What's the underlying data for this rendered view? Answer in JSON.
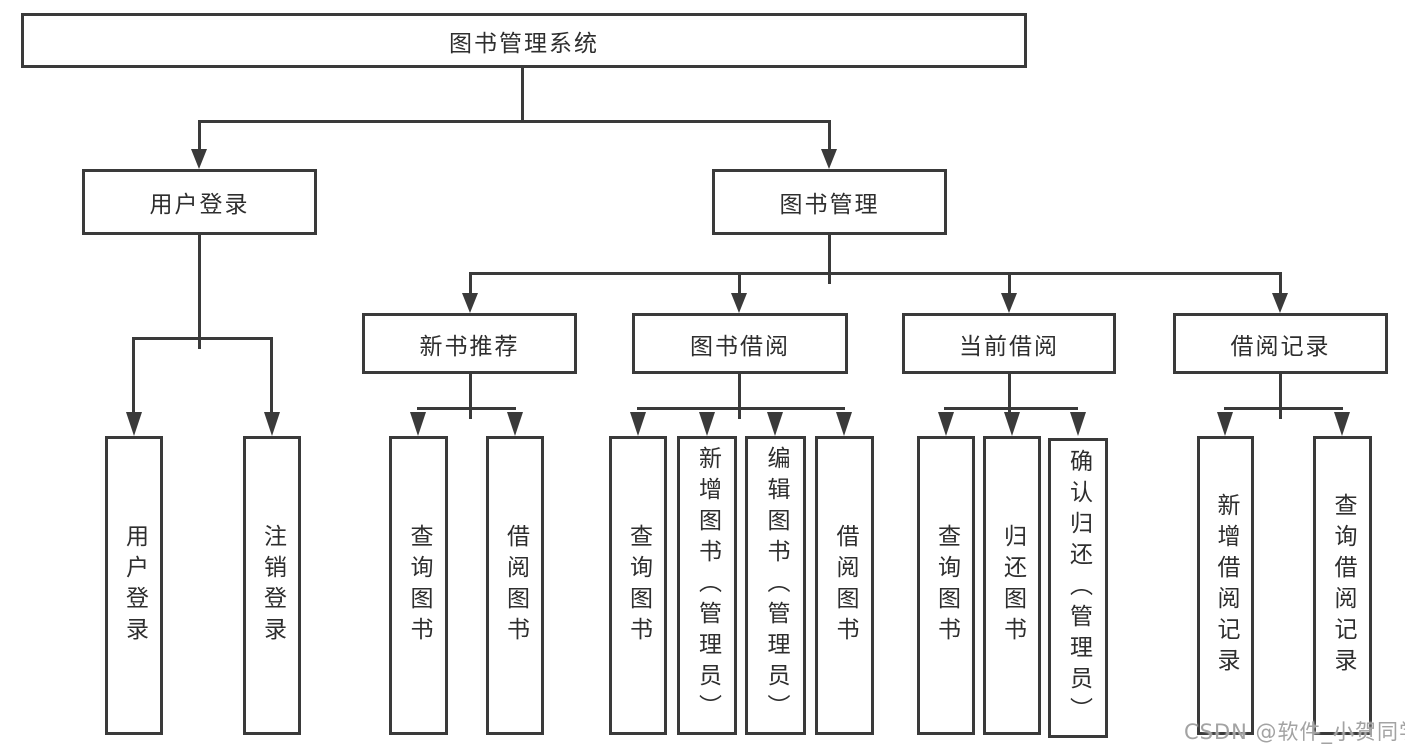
{
  "nodes": {
    "root": "图书管理系统",
    "level2": [
      "用户登录",
      "图书管理"
    ],
    "level3": [
      "新书推荐",
      "图书借阅",
      "当前借阅",
      "借阅记录"
    ],
    "leaves": {
      "user_login": [
        "用户登录",
        "注销登录"
      ],
      "new_books": [
        "查询图书",
        "借阅图书"
      ],
      "book_borrow": [
        "查询图书",
        "新增图书（管理员）",
        "编辑图书（管理员）",
        "借阅图书"
      ],
      "current_borrow": [
        "查询图书",
        "归还图书",
        "确认归还（管理员）"
      ],
      "borrow_records": [
        "新增借阅记录",
        "查询借阅记录"
      ]
    }
  },
  "watermark": {
    "text": "CSDN @软件_小贺同学"
  },
  "colors": {
    "line": "#3a3a3a",
    "text": "#2e2e2e",
    "watermark": "#a3a3a3",
    "background": "#ffffff"
  }
}
